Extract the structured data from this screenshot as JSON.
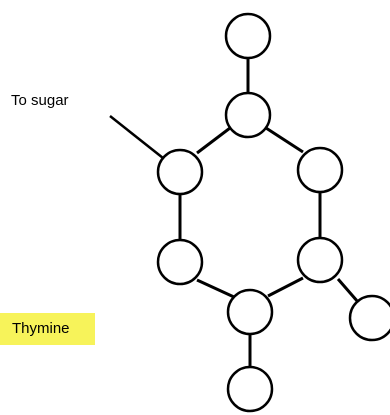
{
  "labels": {
    "attachment": "To sugar",
    "molecule_name": "Thymine"
  },
  "colors": {
    "atom_fill": "#ffffff",
    "outline": "#000000",
    "name_highlight": "#f7f35a",
    "background": "#ffffff"
  },
  "molecule": {
    "atom_count": 9,
    "bond_count": 9
  }
}
